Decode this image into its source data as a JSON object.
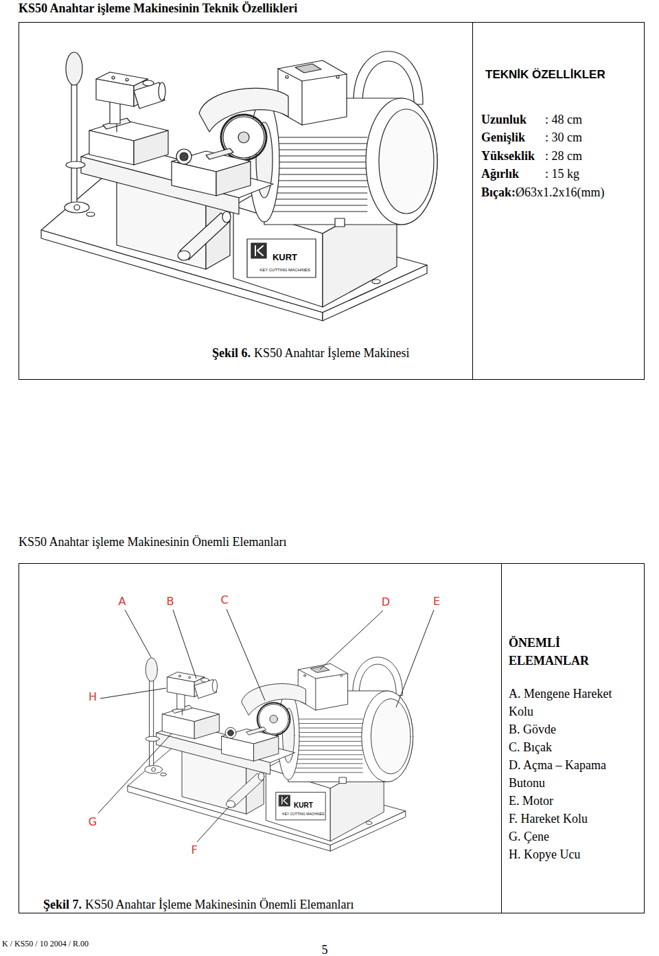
{
  "diagram": {
    "title": "KS50 Anahtar işleme Makinesinin Teknik Özellikleri",
    "nodes": [
      {
        "text": [
          "Şekil 6.",
          "KS50 Anahtar İşleme Makinesi"
        ]
      },
      {
        "text": [
          "TEKNİK ÖZELLİKLER",
          "Uzunluk",
          ": 48 cm",
          "Genişlik",
          ": 30 cm",
          "Yükseklik",
          ": 28 cm",
          "Ağırlık",
          ": 15 kg",
          "Bıçak:",
          "Ø63x1.2x16(mm)"
        ]
      },
      {
        "text": [
          "Şekil 7.",
          "KS50 Anahtar İşleme Makinesinin Önemli Elemanları"
        ]
      },
      {
        "text": [
          "ÖNEMLİ ELEMANLAR",
          "A. Mengene Hareket Kolu",
          "B. Gövde",
          "C. Bıçak",
          "D. Açma – Kapama Butonu",
          "E. Motor",
          "F. Hareket Kolu",
          "G. Çene",
          "H. Kopye Ucu"
        ]
      }
    ],
    "labels": [
      "KURT",
      "KEY CUTTING MACHINES",
      "KS50 Anahtar işleme Makinesinin Önemli Elemanları",
      "A",
      "B",
      "C",
      "D",
      "E",
      "H",
      "G",
      "F",
      "KURT",
      "KEY CUTTING MACHINES",
      "K / KS50 / 10 2004 / R.00",
      "5"
    ]
  }
}
